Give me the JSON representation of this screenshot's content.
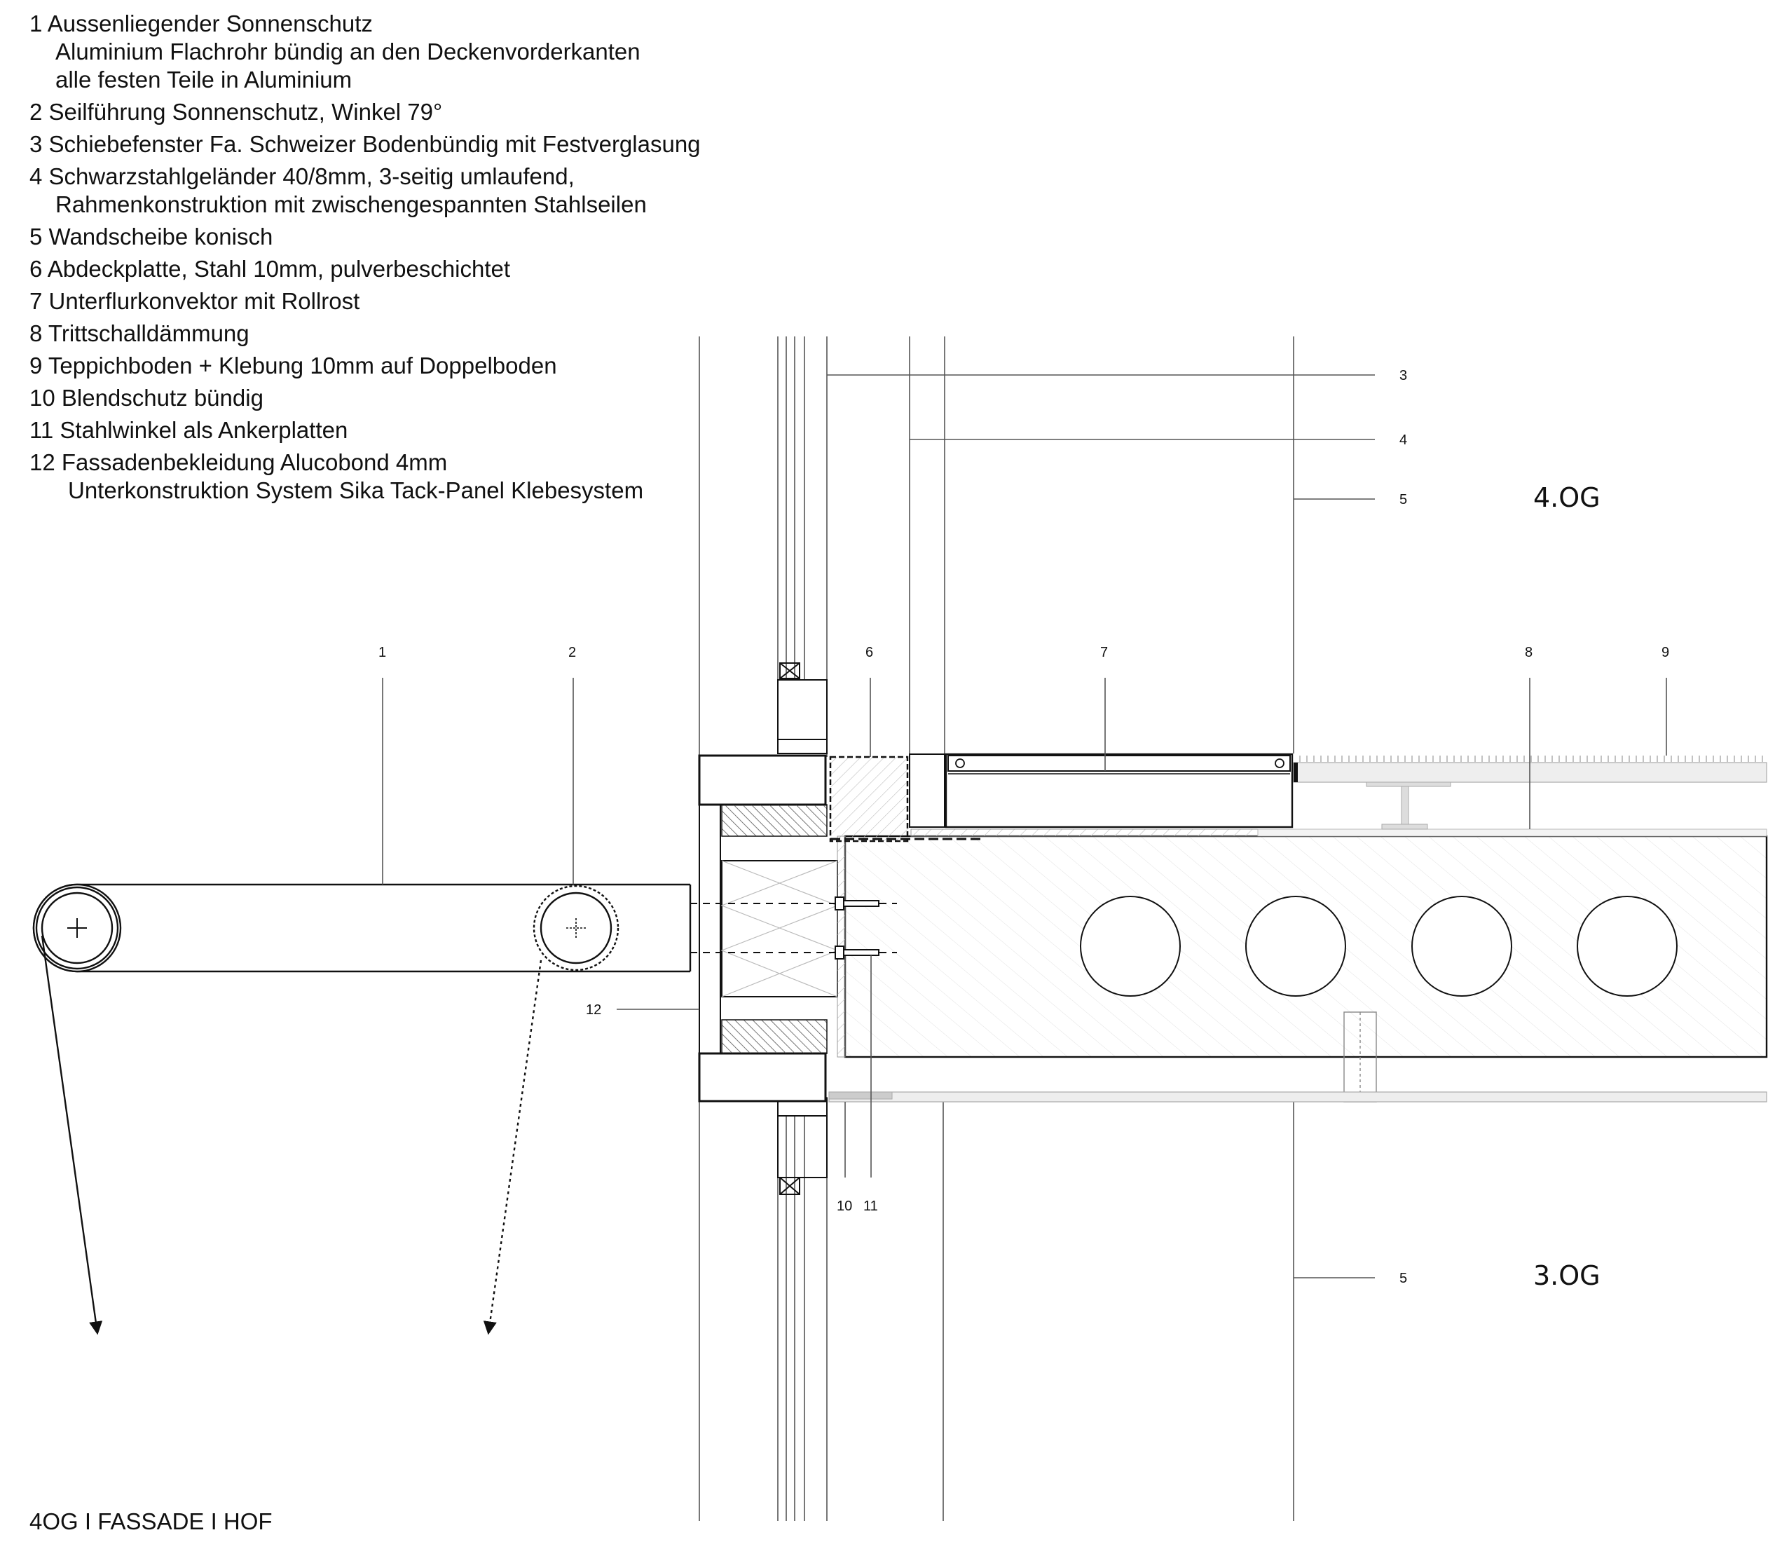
{
  "legend": [
    {
      "lines": [
        "1  Aussenliegender Sonnenschutz",
        "Aluminium  Flachrohr bündig an den Deckenvorderkanten",
        "alle festen Teile in Aluminium"
      ]
    },
    {
      "lines": [
        "2  Seilführung Sonnenschutz, Winkel 79°"
      ]
    },
    {
      "lines": [
        "3  Schiebefenster Fa. Schweizer Bodenbündig mit Festverglasung"
      ]
    },
    {
      "lines": [
        "4  Schwarzstahlgeländer 40/8mm, 3-seitig umlaufend,",
        "Rahmenkonstruktion mit zwischengespannten Stahlseilen"
      ]
    },
    {
      "lines": [
        "5  Wandscheibe konisch"
      ]
    },
    {
      "lines": [
        "6  Abdeckplatte, Stahl 10mm, pulverbeschichtet"
      ]
    },
    {
      "lines": [
        "7  Unterflurkonvektor mit Rollrost"
      ]
    },
    {
      "lines": [
        "8  Trittschalldämmung"
      ]
    },
    {
      "lines": [
        "9  Teppichboden + Klebung 10mm auf Doppelboden"
      ]
    },
    {
      "lines": [
        "10  Blendschutz bündig"
      ]
    },
    {
      "lines": [
        "11  Stahlwinkel als Ankerplatten"
      ]
    },
    {
      "lines": [
        "12  Fassadenbekleidung Alucobond 4mm",
        "Unterkonstruktion System Sika Tack-Panel Klebesystem"
      ]
    }
  ],
  "callouts": {
    "c1": "1",
    "c2": "2",
    "c3": "3",
    "c4": "4",
    "c5_upper": "5",
    "c5_lower": "5",
    "c6": "6",
    "c7": "7",
    "c8": "8",
    "c9": "9",
    "c10": "10",
    "c11": "11",
    "c12": "12"
  },
  "floors": {
    "upper": "4.OG",
    "lower": "3.OG"
  },
  "footer": "4OG I FASSADE I HOF"
}
